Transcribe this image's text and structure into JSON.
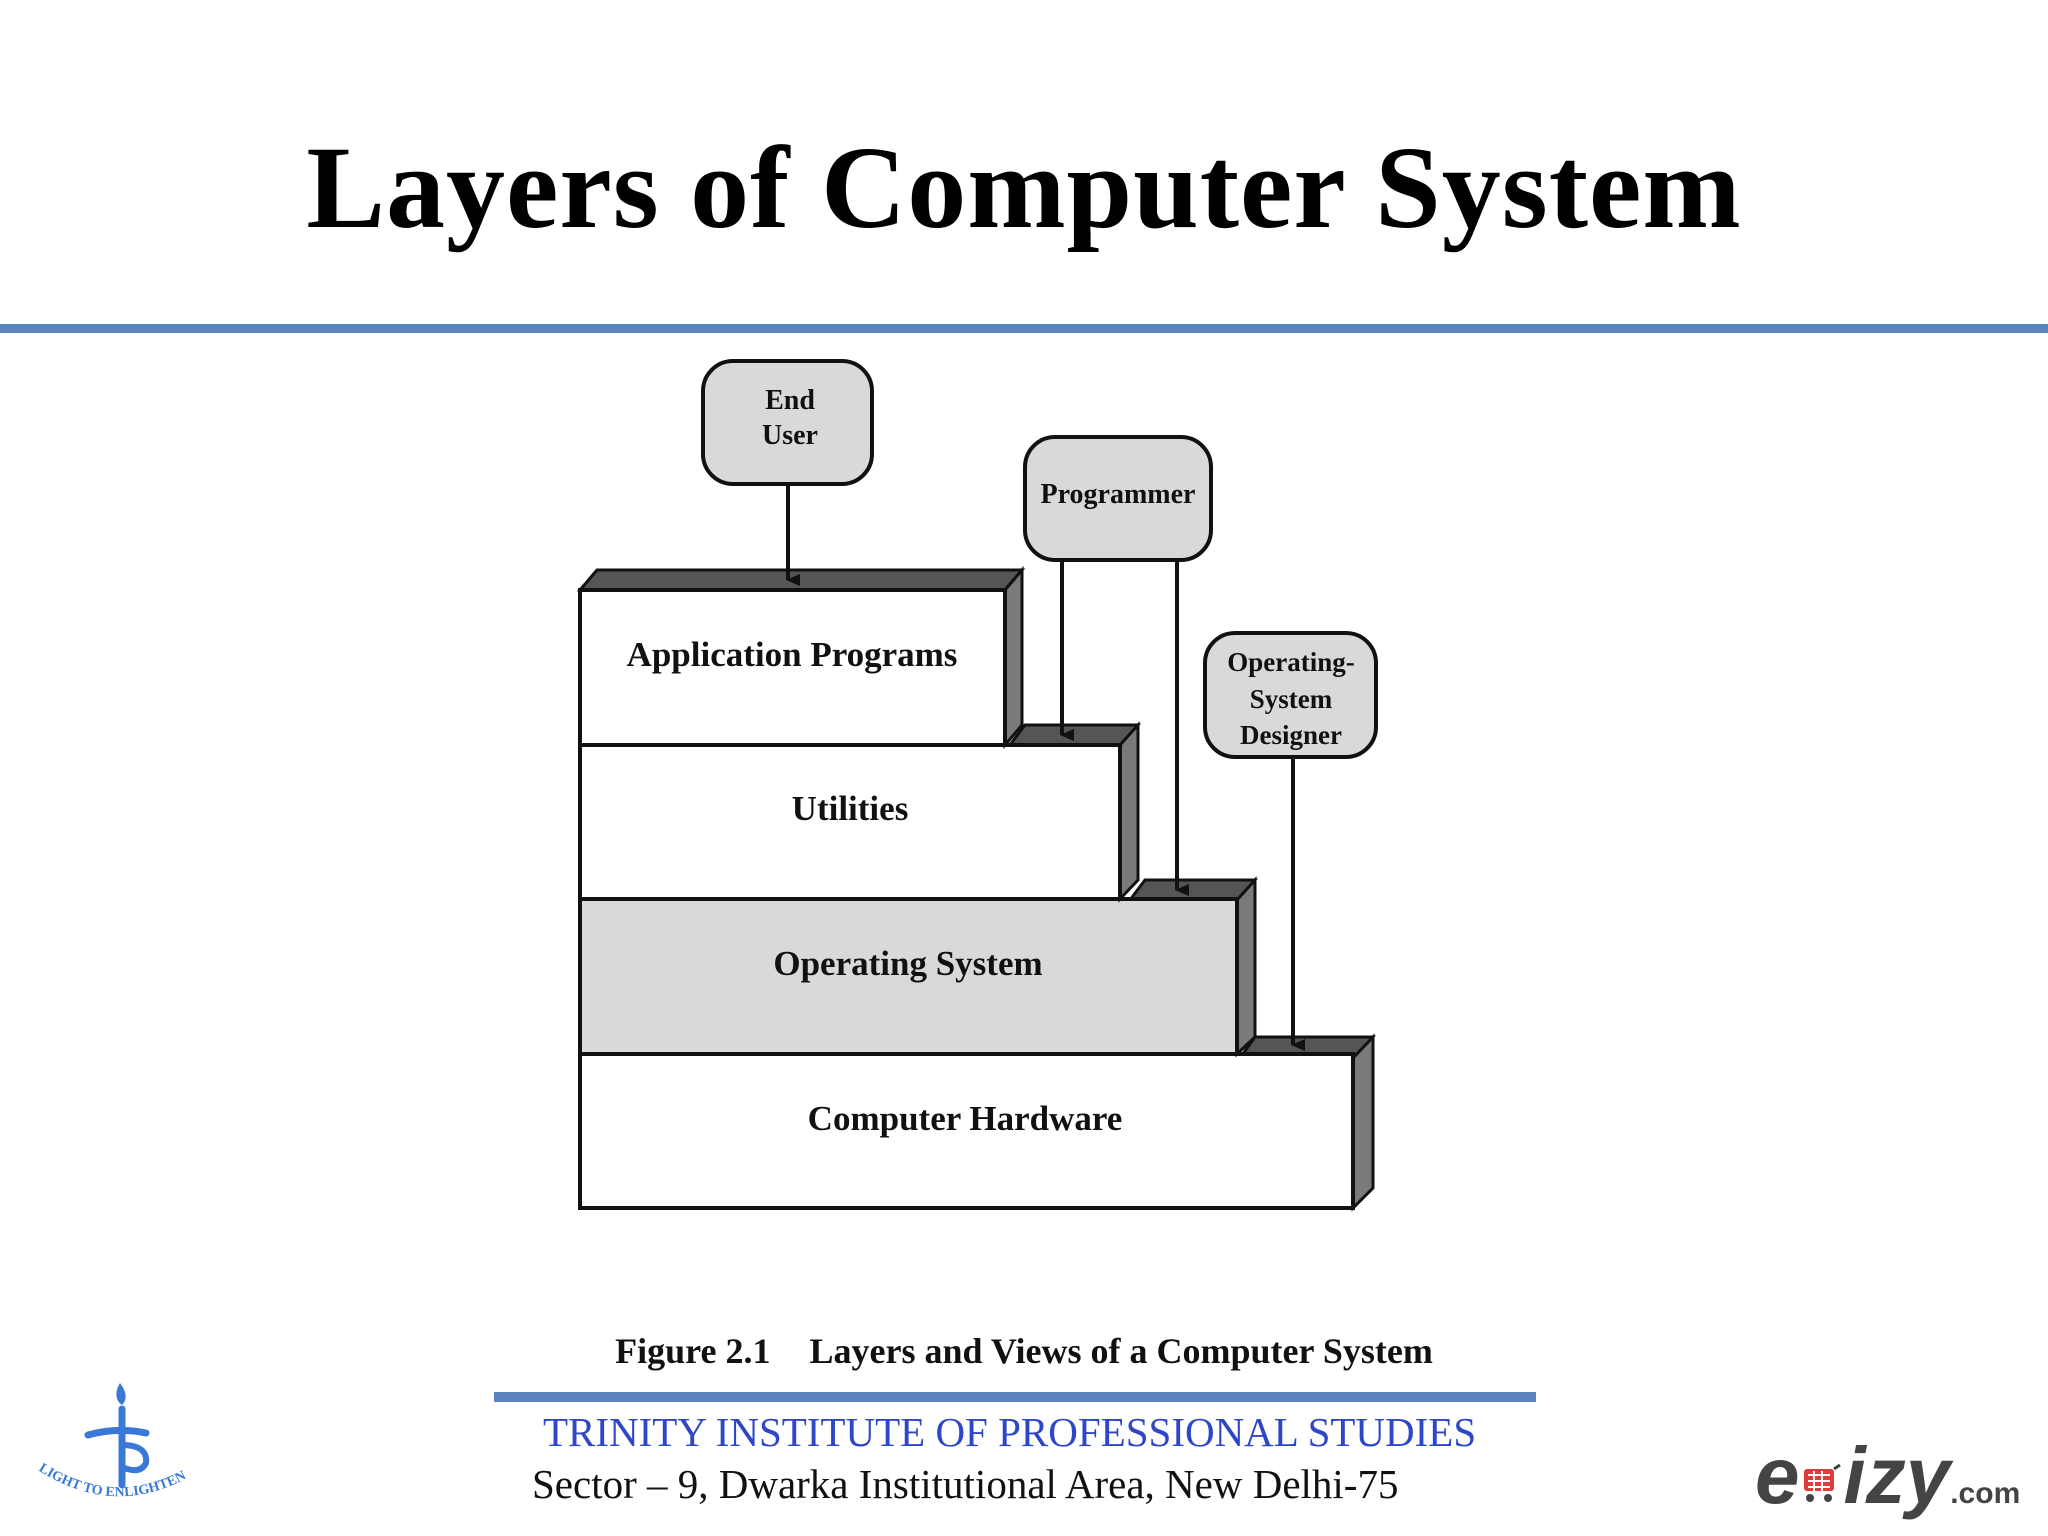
{
  "title": "Layers of Computer System",
  "diagram": {
    "actors": {
      "end_user": [
        "End",
        "User"
      ],
      "programmer": "Programmer",
      "os_designer": [
        "Operating-",
        "System",
        "Designer"
      ]
    },
    "layers": {
      "application": "Application Programs",
      "utilities": "Utilities",
      "os": "Operating System",
      "hardware": "Computer Hardware"
    },
    "colors": {
      "layer_fill": "#ffffff",
      "os_layer_fill": "#d9d9d9",
      "side_fill": "#7a7a7a",
      "actor_fill": "#d9d9d9",
      "stroke": "#111111"
    }
  },
  "caption": {
    "figure_number": "Figure 2.1",
    "text": "Layers and Views of a Computer System"
  },
  "footer": {
    "institute": "TRINITY INSTITUTE OF PROFESSIONAL STUDIES",
    "address": "Sector – 9, Dwarka Institutional Area, New Delhi-75",
    "rule_color": "#5b84bd",
    "institute_color": "#2e46c8"
  },
  "logos": {
    "left_motto": "LIGHT TO ENLIGHTEN",
    "right_brand": "eduizy.com"
  }
}
